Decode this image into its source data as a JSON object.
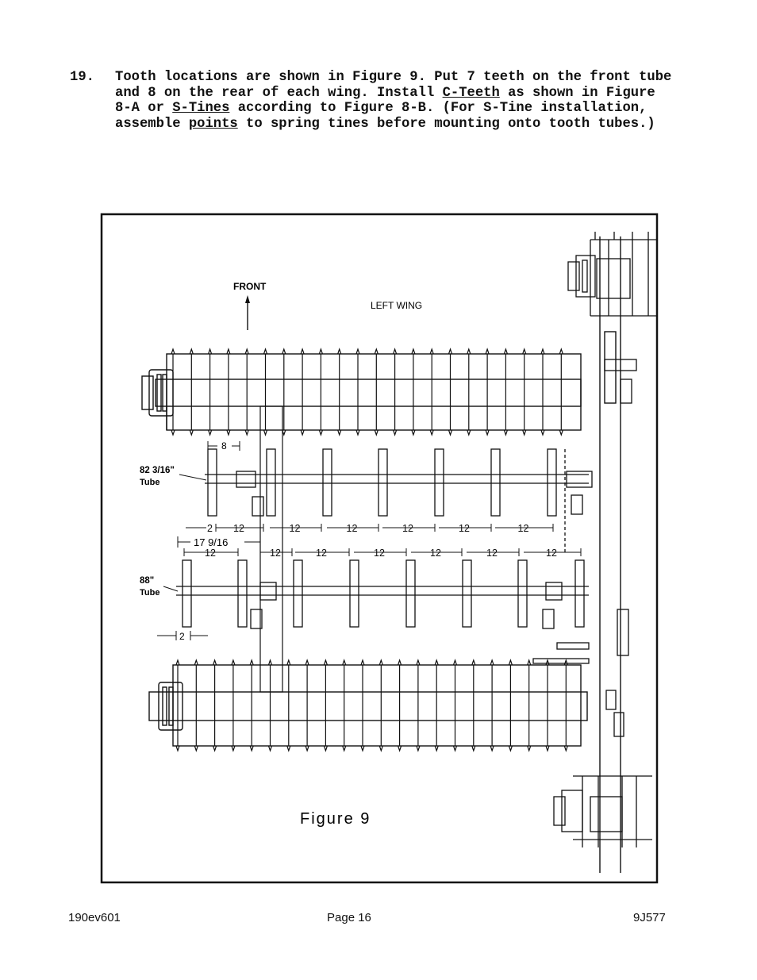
{
  "step": {
    "number": "19.",
    "text_1": "Tooth locations are shown in Figure 9.  Put 7 teeth on the front tube and 8 on the rear of each wing.  Install ",
    "link_c_teeth": "C-Teeth",
    "text_2": " as shown in Figure 8-A or ",
    "link_s_tines": "S-Tines",
    "text_3": " according to Figure 8-B. (For S-Tine installation, assemble ",
    "link_points": "points",
    "text_4": " to spring tines before mounting onto tooth tubes.)"
  },
  "figure": {
    "front_label": "FRONT",
    "wing_label": "LEFT WING",
    "tube1_label_a": "82 3/16\"",
    "tube1_label_b": "Tube",
    "tube2_label_a": "88\"",
    "tube2_label_b": "Tube",
    "dim_8": "8",
    "dim_2": "2",
    "dim_12": "12",
    "dim_17": "17 9/16",
    "caption": "Figure 9"
  },
  "footer": {
    "left": "190ev601",
    "center": "Page 16",
    "right": "9J577"
  }
}
